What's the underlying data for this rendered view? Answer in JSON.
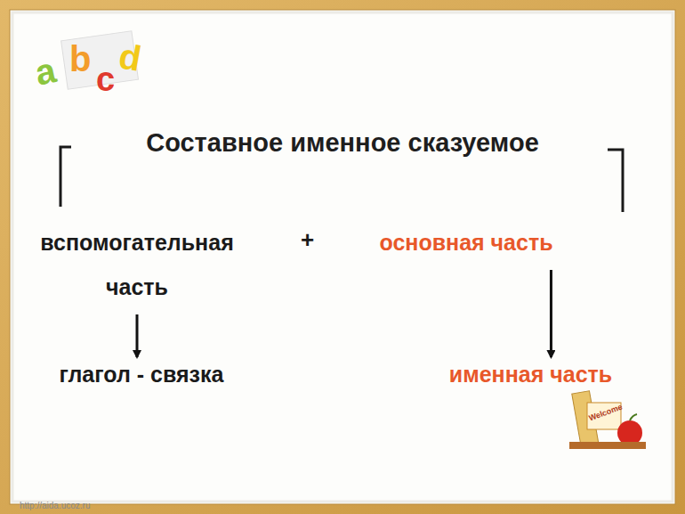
{
  "diagram": {
    "title": "Составное именное сказуемое",
    "nodes": [
      {
        "text": [
          "вспомогательная часть"
        ]
      },
      {
        "text": [
          "основная часть"
        ]
      },
      {
        "text": [
          "глагол - связка"
        ]
      },
      {
        "text": [
          "именная часть"
        ]
      }
    ],
    "edges": [
      {
        "from": 0,
        "to": 2,
        "arrow": "to"
      },
      {
        "from": 1,
        "to": 3,
        "arrow": "to"
      }
    ],
    "labels": [
      "+",
      "a",
      "b",
      "c",
      "d",
      "Welcome",
      "http://aida.ucoz.ru"
    ]
  }
}
